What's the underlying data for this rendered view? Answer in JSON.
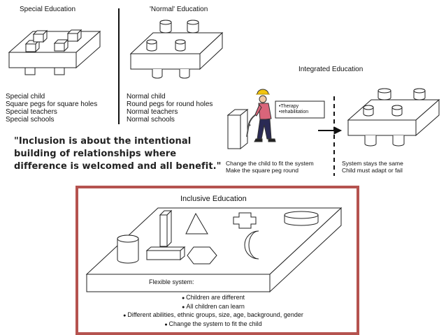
{
  "special": {
    "title": "Special Education",
    "items": [
      "Special child",
      "Square pegs for square holes",
      "Special teachers",
      "Special schools"
    ]
  },
  "normal": {
    "title": "'Normal' Education",
    "items": [
      "Normal child",
      "Round pegs for round holes",
      "Normal teachers",
      "Normal schools"
    ]
  },
  "integrated": {
    "title": "Integrated Education",
    "therapy_items": [
      "Therapy",
      "rehabilitation"
    ],
    "left_caption": [
      "Change the child to fit the system",
      "Make the square peg round"
    ],
    "right_caption": [
      "System stays the same",
      "Child must adapt or fail"
    ]
  },
  "quote": {
    "lines": [
      "\"Inclusion is about the intentional",
      "building of relationships where",
      "difference is welcomed and all benefit.\""
    ]
  },
  "inclusive": {
    "title": "Inclusive Education",
    "label": "Flexible system:",
    "items": [
      "Children are different",
      "All children can learn",
      "Different abilities, ethnic groups, size, age, background, gender",
      "Change the system to fit the child"
    ]
  },
  "colors": {
    "frame": "#b5534f",
    "helmet": "#f2c40f",
    "shirt": "#d9657a",
    "trousers": "#2a2a55"
  }
}
